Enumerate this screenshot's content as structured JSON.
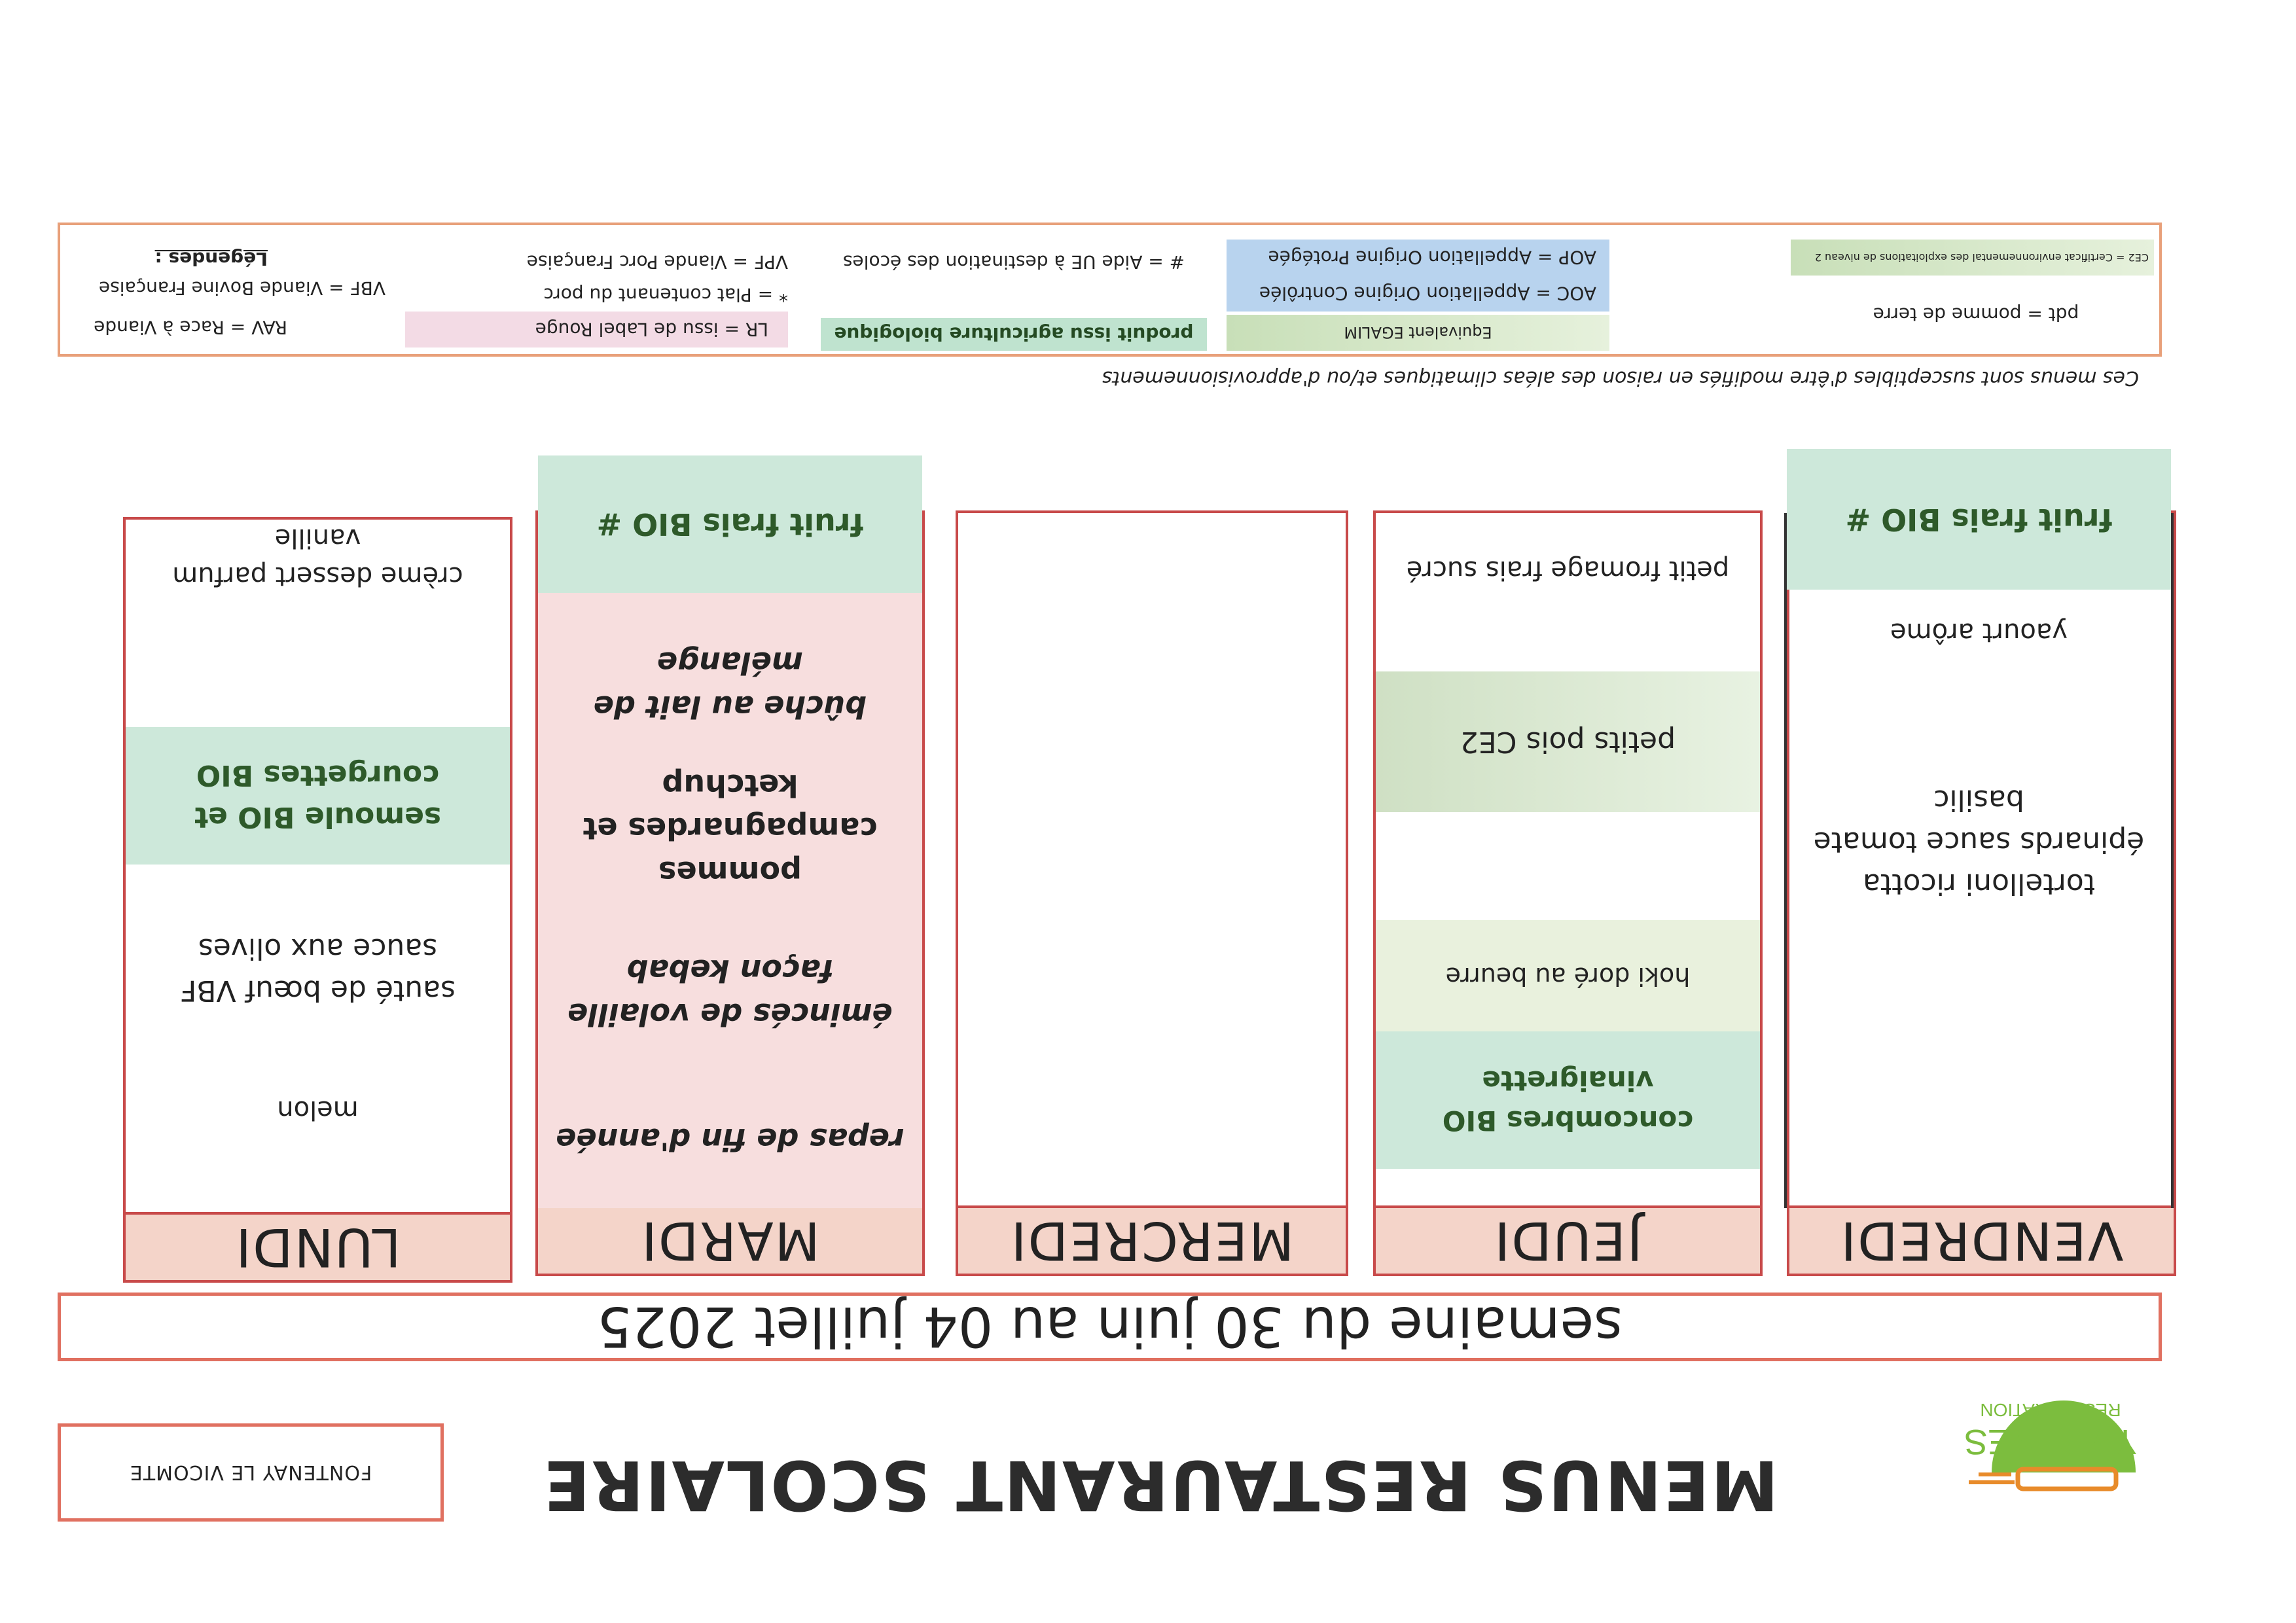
{
  "header": {
    "title": "MENUS RESTAURANT SCOLAIRE",
    "school": "FONTENAY LE VICOMTE",
    "week": "semaine du 30 juin au 04 juillet 2025",
    "logo_text_1": "YVELINES",
    "logo_text_2": "RESTAURATION"
  },
  "days": [
    {
      "name": "LUNDI",
      "items": [
        "melon",
        "sauté de bœuf VBF sauce aux olives",
        "semoule BIO et courgettes BIO",
        "crème dessert parfum vanille"
      ]
    },
    {
      "name": "MARDI",
      "items": [
        "repas de fin d'année",
        "émincés de volaille façon kebab",
        "pommes campagnardes et ketchup",
        "bûche au lait de mélange",
        "fruit frais BIO #"
      ]
    },
    {
      "name": "MERCREDI",
      "items": []
    },
    {
      "name": "JEUDI",
      "items": [
        "concombres BIO vinaigrette",
        "hoki doré au beurre",
        "petits pois CE2",
        "petit fromage frais sucré"
      ]
    },
    {
      "name": "VENDREDI",
      "items": [
        "tortelloni ricotta épinards sauce tomate basilic",
        "yaourt arôme",
        "fruit frais BIO #"
      ]
    }
  ],
  "note": "Ces menus sont susceptibles d'être modifiés en raison des aléas climatiques et/ou d'approvisionnements",
  "legend": {
    "title": "Légendes :",
    "vbf": "VBF = Viande Bovine Française",
    "rav": "RAV = Race à Viande",
    "vpf": "VPF = Viande Porc Française",
    "porc": "* = Plat contenant du porc",
    "lr": "LR = issu de Label Rouge",
    "aide": "# = Aide UE à destination des écoles",
    "bio": "produit issu agriculture biologique",
    "aop": "AOP = Appellation Origine Protégée",
    "aoc": "AOC = Appellation Origine Contrôlée",
    "egalim": "Equivalent EGALIM",
    "ce2": "CE2 = Certificat environnemental des exploitations de niveau 2",
    "pdt": "pdt = pomme de terre"
  },
  "colors": {
    "border_red": "#c84a4a",
    "head_bg": "#f4d4c9",
    "bio_green": "#cde8da",
    "pink": "#f7dede",
    "blue": "#b8d3ee"
  }
}
